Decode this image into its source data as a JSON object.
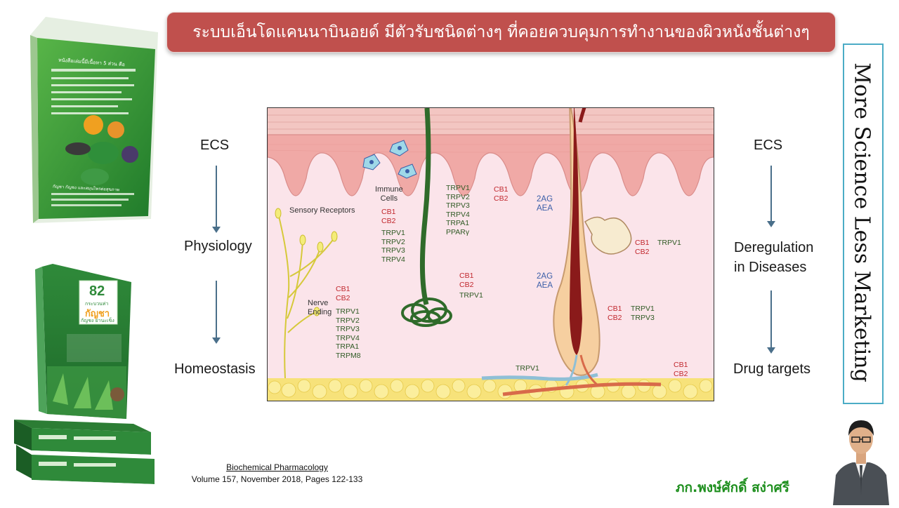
{
  "title": "ระบบเอ็นโดแคนนาบินอยด์ มีตัวรับชนิดต่างๆ ที่คอยควบคุมการทำงานของผิวหนังชั้นต่างๆ",
  "side_banner": "More Science Less Marketing",
  "left_flow": [
    "ECS",
    "Physiology",
    "Homeostasis"
  ],
  "right_flow": [
    "ECS",
    "Deregulation\nin Diseases",
    "Drug targets"
  ],
  "diagram": {
    "immune_cells": "Immune\nCells",
    "sensory_receptors": "Sensory Receptors",
    "nerve_ending": "Nerve\nEnding",
    "immune_cb": "CB1\nCB2",
    "immune_trp": "TRPV1\nTRPV2\nTRPV3\nTRPV4",
    "top_trp": "TRPV1\nTRPV2\nTRPV3\nTRPV4\nTRPA1\nPPARγ",
    "top_cb": "CB1\nCB2",
    "nerve_cb": "CB1\nCB2",
    "nerve_trp": "TRPV1\nTRPV2\nTRPV3\nTRPV4\nTRPA1\nTRPM8",
    "mid_cb": "CB1\nCB2",
    "mid_trp": "TRPV1",
    "ag_top": "2AG\nAEA",
    "ag_mid": "2AG\nAEA",
    "gland_cb": "CB1\nCB2",
    "gland_trp": "TRPV1",
    "follicle_cb": "CB1\nCB2",
    "follicle_trp": "TRPV1\nTRPV3",
    "bottom_trp": "TRPV1",
    "corner_cb": "CB1\nCB2"
  },
  "reference": {
    "journal": "Biochemical Pharmacology",
    "volume": "Volume 157, November 2018, Pages 122-133"
  },
  "author": "ภก.พงษ์ศักดิ์ สง่าศรี",
  "book_top": {
    "contents_title": "หนังสือเล่มนี้มีเนื้อหา 5 ส่วน คือ",
    "author_line": "กัญชา กัญชง และสมุนไพรต่อสุขภาพ"
  },
  "book_bottom": {
    "number": "82",
    "subtitle": "กระบวนท่า",
    "title": "กัญชา",
    "tagline": "กัญชง ย่านะเข็ง"
  },
  "colors": {
    "banner": "#c0504d",
    "side_border": "#4bacc6",
    "author": "#1e8f1e",
    "arrow": "#4a6f8a"
  }
}
